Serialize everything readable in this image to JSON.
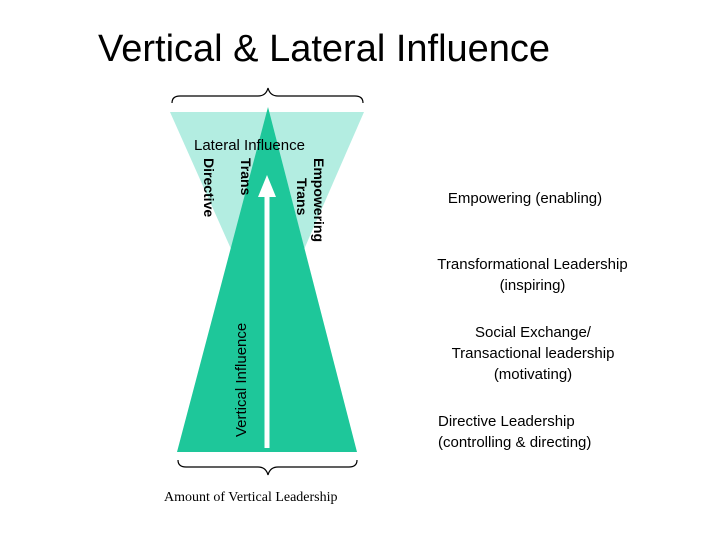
{
  "slide": {
    "title": "Vertical & Lateral Influence"
  },
  "diagram": {
    "lateral_label": "Lateral Influence",
    "vertical_label": "Vertical Influence",
    "bottom_label": "Amount of Vertical Leadership",
    "rotated_labels": {
      "directive": "Directive",
      "transactional": "Trans",
      "transformational": "Trans",
      "empowering": "Empowering"
    },
    "colors": {
      "light_triangle": "#b3ede1",
      "dark_triangle": "#1ec79a",
      "arrow": "#ffffff"
    }
  },
  "legend": {
    "empowering": "Empowering (enabling)",
    "transformational_line1": "Transformational Leadership",
    "transformational_line2": "(inspiring)",
    "social_line1": "Social Exchange/",
    "social_line2": "Transactional leadership",
    "social_line3": "(motivating)",
    "directive_line1": "Directive Leadership",
    "directive_line2": "(controlling & directing)"
  }
}
